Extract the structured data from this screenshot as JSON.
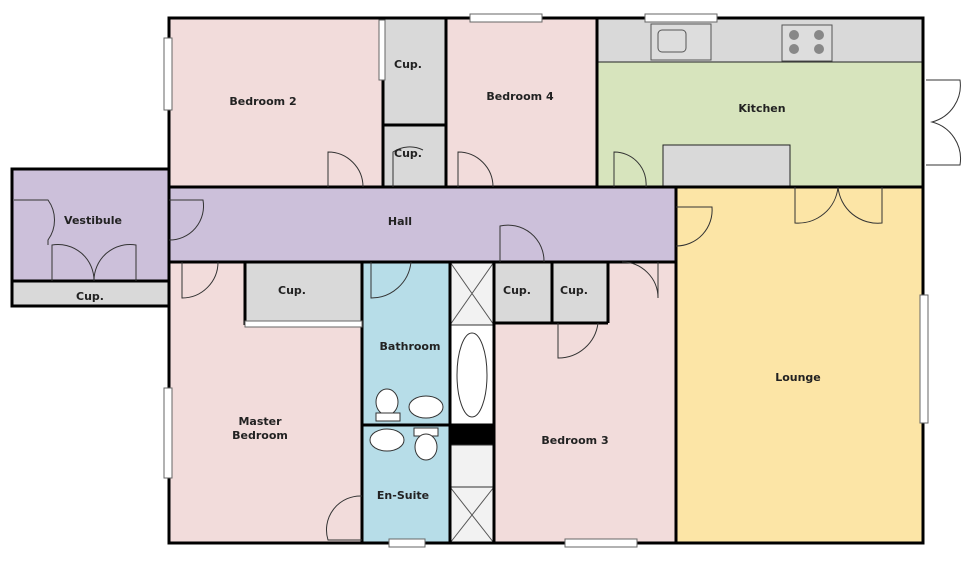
{
  "plan": {
    "rooms": {
      "bedroom2": "Bedroom 2",
      "bedroom4": "Bedroom 4",
      "kitchen": "Kitchen",
      "vestibule": "Vestibule",
      "hall": "Hall",
      "lounge": "Lounge",
      "master_line1": "Master",
      "master_line2": "Bedroom",
      "bathroom": "Bathroom",
      "ensuite": "En-Suite",
      "bedroom3": "Bedroom 3",
      "cupboard": "Cup."
    },
    "colors": {
      "bedroom": "#f2dcdb",
      "hall": "#ccc0da",
      "bathroom": "#b7dde8",
      "kitchen": "#d7e4bd",
      "lounge": "#fce5a6",
      "cupboard": "#d9d9d9"
    }
  }
}
